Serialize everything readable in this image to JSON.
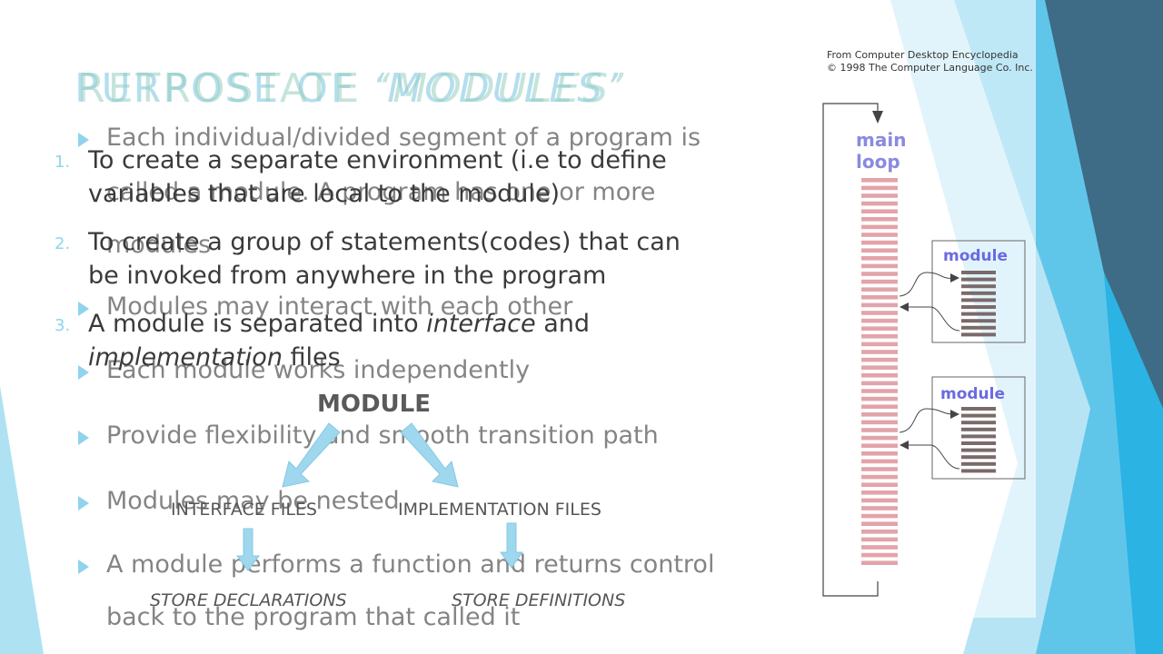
{
  "slide": {
    "title_back_prefix": "PURPOSE OF ",
    "title_back_word": "‘MODULES’",
    "title_front_prefix": "RETROSTATE ",
    "title_front_word": "‘MODULES’"
  },
  "bullets": [
    "Each individual/divided segment of a program is",
    "called a module. A program has one or more",
    "modules",
    "Modules may interact with each other",
    "Each module works independently",
    "Provide flexibility and smooth transition path",
    "Modules may be nested",
    "A  module performs a function and returns control",
    "back to the program that called it"
  ],
  "numbered": [
    {
      "num": "1.",
      "line1": "To create a separate environment (i.e to define",
      "line2": "variables that are local to the module)"
    },
    {
      "num": "2.",
      "line1": "To create a group of statements(codes) that can",
      "line2": "be invoked from anywhere in the program"
    },
    {
      "num": "3.",
      "line1a": " A module is separated into ",
      "line1b": "interface",
      "line1c": " and",
      "line2a": "implementation",
      "line2b": " files"
    }
  ],
  "module_diagram": {
    "heading": "MODULE",
    "left_label": "INTERFACE FILES",
    "right_label": "IMPLEMENTATION FILES",
    "left_result": "STORE DECLARATIONS",
    "right_result": "STORE DEFINITIONS"
  },
  "figure": {
    "credit_line1": "From Computer Desktop Encyclopedia",
    "credit_line2": "© 1998 The Computer Language Co. Inc.",
    "main_label_1": "main",
    "main_label_2": "loop",
    "module_label_1": "module",
    "module_label_2": "module"
  },
  "colors": {
    "accent": "#8fd3ee",
    "loop_stripe": "#e3a3aa",
    "module_stripe": "#7a6a6a",
    "label_blue": "#8a8ae0"
  }
}
